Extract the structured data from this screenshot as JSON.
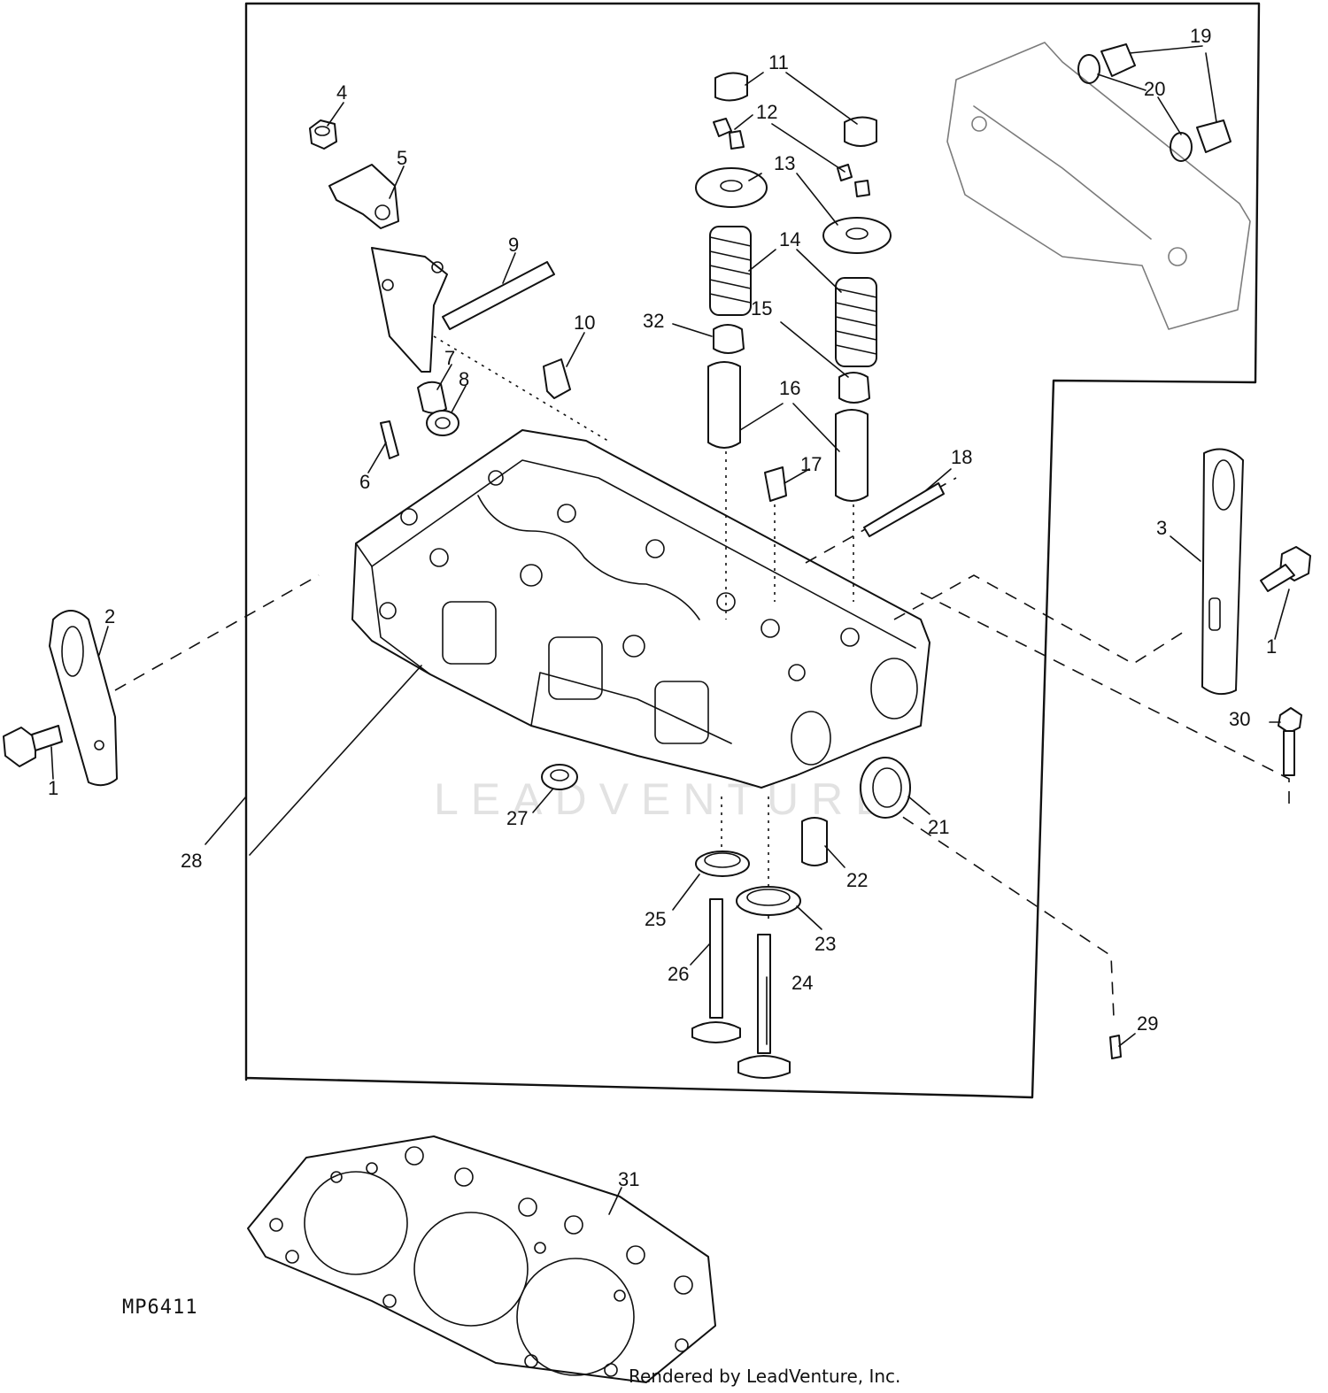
{
  "figure_code": "MP6411",
  "credit": "Rendered by LeadVenture, Inc.",
  "watermark": "LEADVENTURE",
  "callouts": [
    "1",
    "1",
    "2",
    "3",
    "4",
    "5",
    "6",
    "7",
    "8",
    "9",
    "10",
    "11",
    "12",
    "13",
    "14",
    "15",
    "16",
    "17",
    "18",
    "19",
    "20",
    "21",
    "22",
    "23",
    "24",
    "25",
    "26",
    "27",
    "28",
    "29",
    "30",
    "31",
    "32"
  ]
}
